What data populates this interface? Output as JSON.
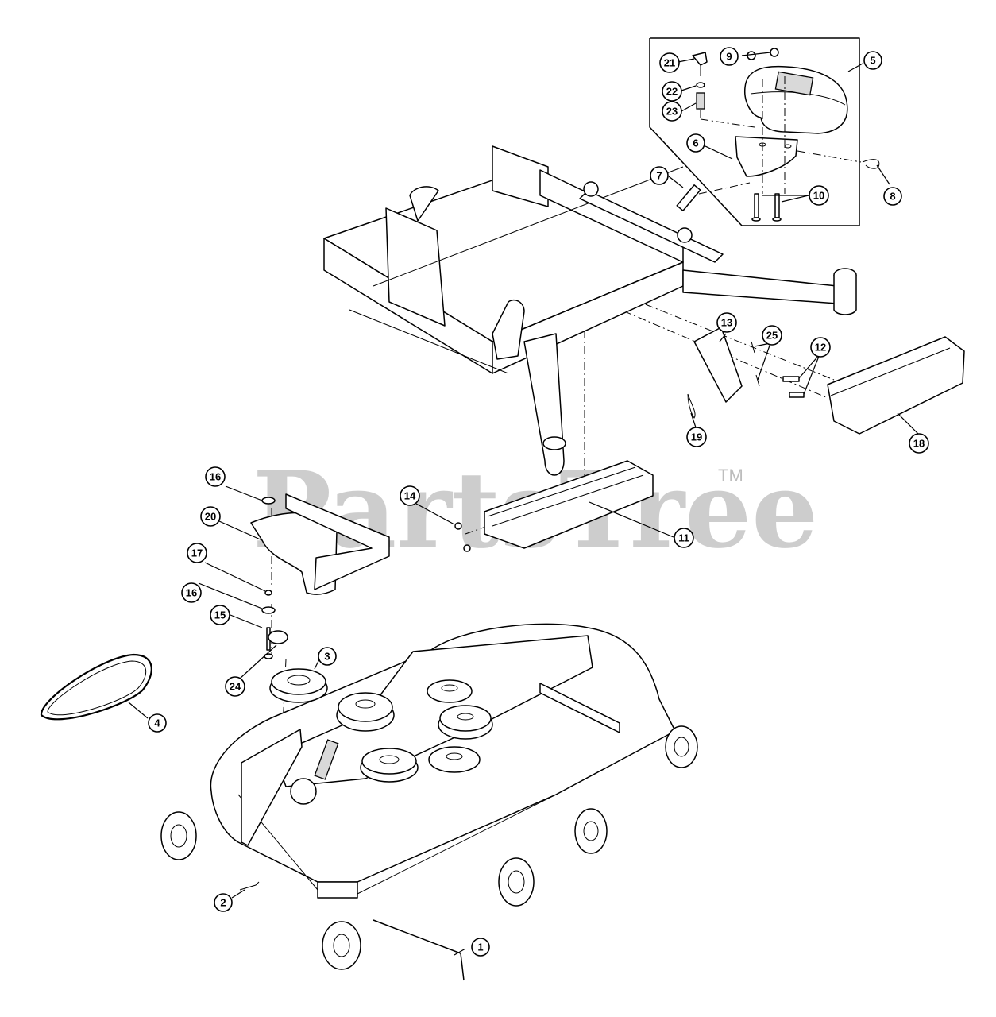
{
  "watermark": {
    "text": "PartsTree",
    "tm": "TM"
  },
  "callouts": [
    {
      "label": "1"
    },
    {
      "label": "2"
    },
    {
      "label": "3"
    },
    {
      "label": "4"
    },
    {
      "label": "5"
    },
    {
      "label": "6"
    },
    {
      "label": "7"
    },
    {
      "label": "8"
    },
    {
      "label": "9"
    },
    {
      "label": "10"
    },
    {
      "label": "11"
    },
    {
      "label": "12"
    },
    {
      "label": "13"
    },
    {
      "label": "14"
    },
    {
      "label": "15"
    },
    {
      "label": "16"
    },
    {
      "label": "16"
    },
    {
      "label": "17"
    },
    {
      "label": "18"
    },
    {
      "label": "19"
    },
    {
      "label": "20"
    },
    {
      "label": "21"
    },
    {
      "label": "22"
    },
    {
      "label": "23"
    },
    {
      "label": "24"
    },
    {
      "label": "25"
    }
  ]
}
